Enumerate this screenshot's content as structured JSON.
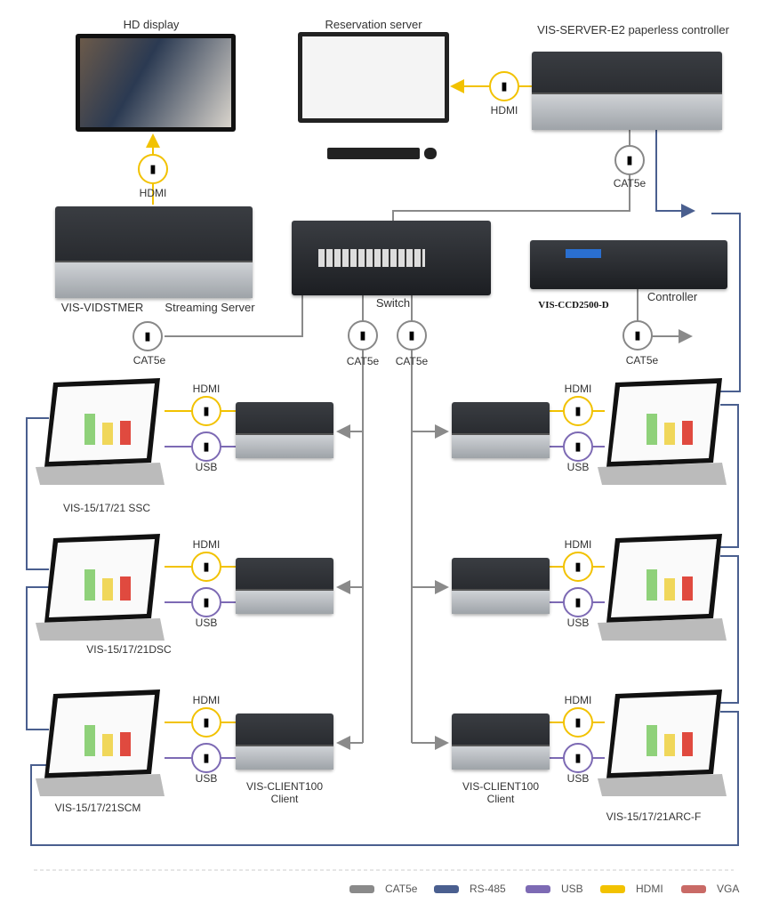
{
  "titles": {
    "hd_display": "HD display",
    "reservation": "Reservation server",
    "server": "VIS-SERVER-E2 paperless controller"
  },
  "labels": {
    "hdmi": "HDMI",
    "usb": "USB",
    "cat5e": "CAT5e",
    "streaming_model": "VIS-VIDSTMER",
    "streaming": "Streaming Server",
    "switch": "Switch",
    "controller": "Controller",
    "controller_model": "VIS-CCD2500-D",
    "client_model": "VIS-CLIENT100",
    "client": "Client"
  },
  "terminals": {
    "ssc": "VIS-15/17/21 SSC",
    "dsc": "VIS-15/17/21DSC",
    "scm": "VIS-15/17/21SCM",
    "arcf": "VIS-15/17/21ARC-F"
  },
  "legend": [
    {
      "label": "CAT5e",
      "color": "#8a8a8a"
    },
    {
      "label": "RS-485",
      "color": "#4a5f8f"
    },
    {
      "label": "USB",
      "color": "#7d6ab4"
    },
    {
      "label": "HDMI",
      "color": "#f2c200"
    },
    {
      "label": "VGA",
      "color": "#c96a66"
    }
  ],
  "colors": {
    "cat5e": "#8a8a8a",
    "rs485": "#4a5f8f",
    "usb": "#7d6ab4",
    "hdmi": "#f2c200"
  }
}
